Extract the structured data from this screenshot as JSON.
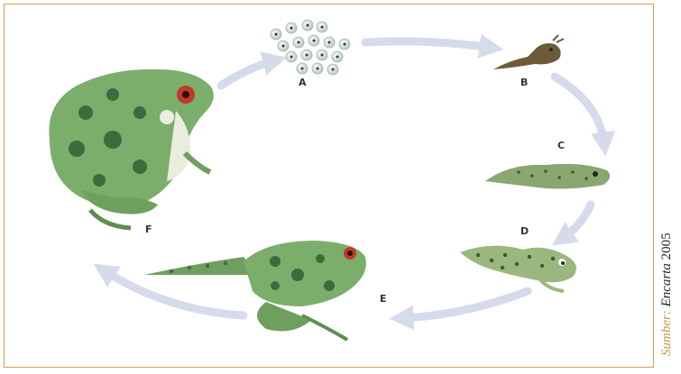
{
  "diagram": {
    "stages": [
      {
        "id": "A",
        "label": "A",
        "description": "egg cluster"
      },
      {
        "id": "B",
        "label": "B",
        "description": "hatchling tadpole"
      },
      {
        "id": "C",
        "label": "C",
        "description": "tadpole"
      },
      {
        "id": "D",
        "label": "D",
        "description": "tadpole growing legs"
      },
      {
        "id": "E",
        "label": "E",
        "description": "froglet with tail"
      },
      {
        "id": "F",
        "label": "F",
        "description": "adult frog"
      }
    ],
    "colors": {
      "arrow": "#d6dbeb",
      "frog_body": "#7cae6b",
      "frog_spots": "#3f6a3e",
      "frog_eye": "#c0392b",
      "frame_border": "#d4a24a"
    }
  },
  "source": {
    "lead": "Sumber:",
    "title": "Encarta",
    "year": "2005"
  }
}
